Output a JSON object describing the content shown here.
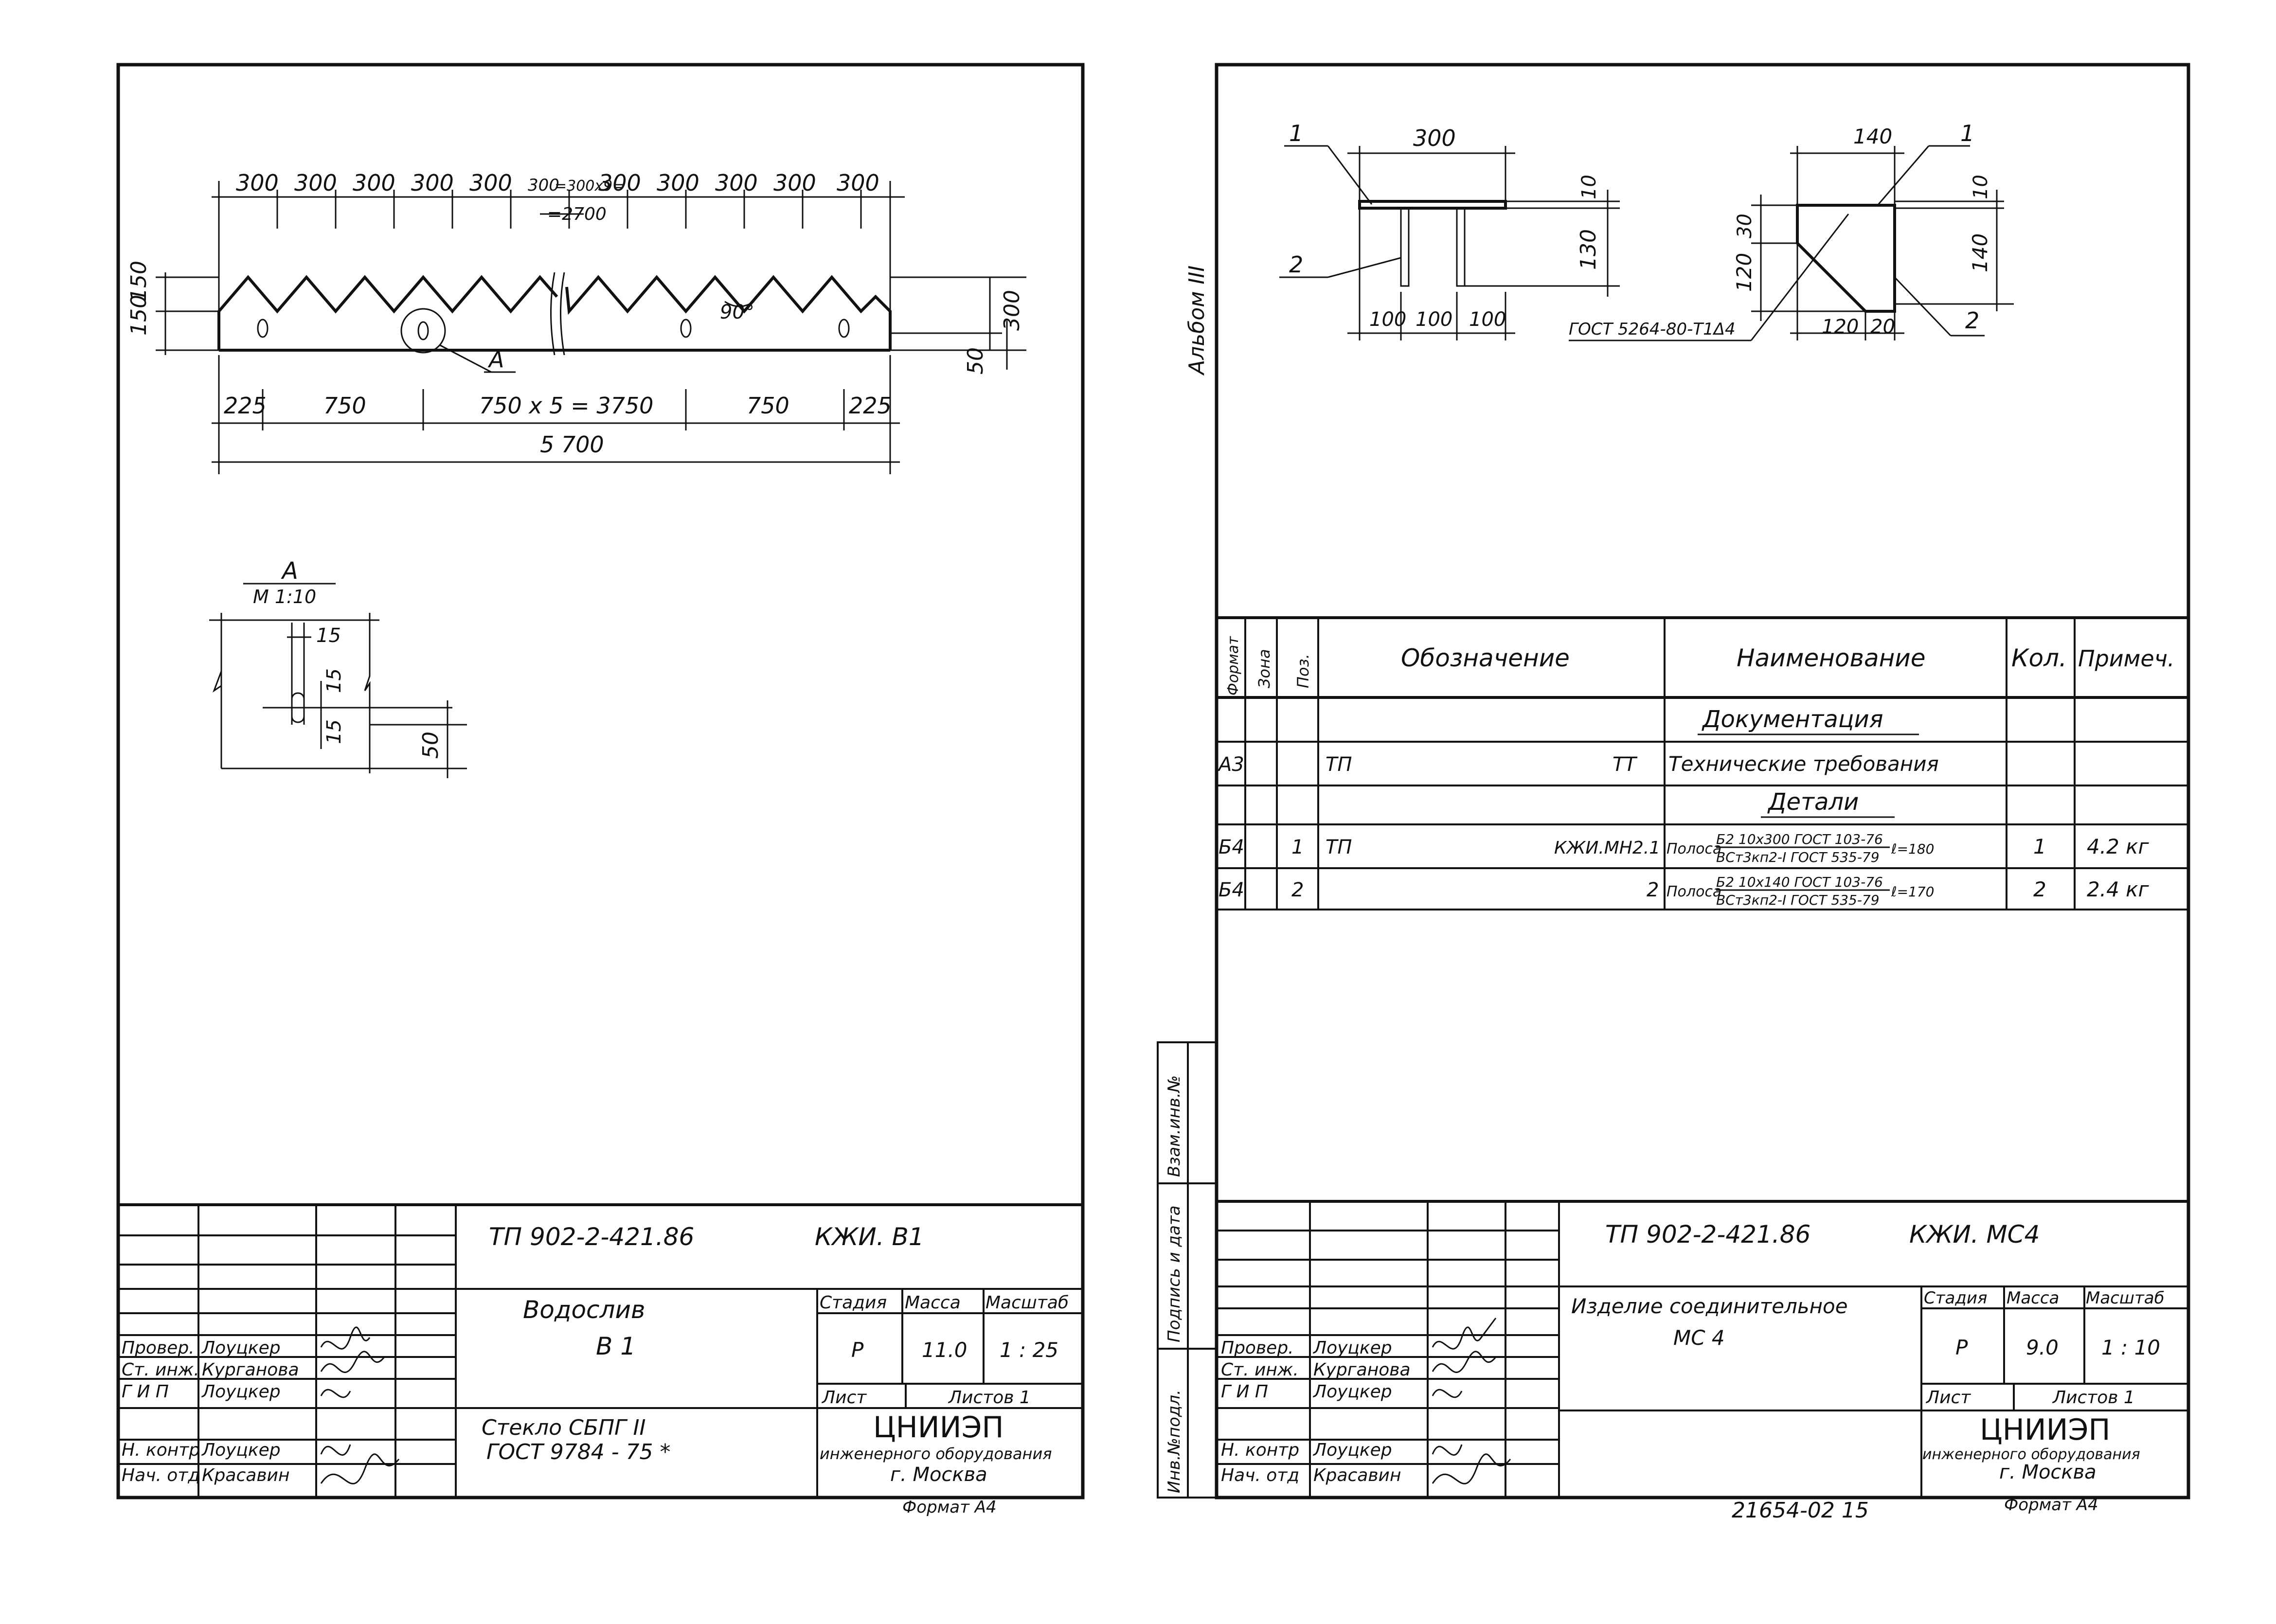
{
  "left_sheet": {
    "drawing": {
      "top_dims": [
        "300",
        "300",
        "300",
        "300",
        "300",
        "300",
        "=300х9=",
        "300",
        "300",
        "300",
        "300",
        "300"
      ],
      "total_2700": "=2700",
      "left_150_a": "150",
      "left_150_b": "150",
      "right_300": "300",
      "right_50": "50",
      "angle": "90°",
      "callout_A": "А",
      "bottom_dims": [
        "225",
        "750",
        "750 х 5 = 3750",
        "750",
        "225"
      ],
      "overall": "5 700"
    },
    "detail": {
      "title": "А",
      "scale": "М 1:10",
      "dim_15_top": "15",
      "dim_15_mid": "15",
      "dim_15_low": "15",
      "dim_50": "50"
    },
    "title_block": {
      "roles": [
        "Провер.",
        "Ст. инж.",
        "Г И П",
        "",
        "Н. контр",
        "Нач. отд"
      ],
      "names": [
        "Лоуцкер",
        "Курганова",
        "Лоуцкер",
        "",
        "Лоуцкер",
        "Красавин"
      ],
      "doc_number": "ТП 902-2-421.86",
      "code": "КЖИ. В1",
      "item_name_1": "Водослив",
      "item_name_2": "В 1",
      "stage_h": "Стадия",
      "mass_h": "Масса",
      "scale_h": "Масштаб",
      "stage": "Р",
      "mass": "11.0",
      "scale": "1 : 25",
      "sheet_h": "Лист",
      "sheets_h": "Листов 1",
      "material_1": "Стекло   СБПГ  II",
      "material_2": "ГОСТ  9784 - 75 *",
      "org_1": "ЦНИИЭП",
      "org_2": "инженерного оборудования",
      "org_3": "г. Москва",
      "format": "Формат А4"
    }
  },
  "right_sheet": {
    "album": "Альбом III",
    "stamps": [
      "Взам.инв.№",
      "Подпись и дата",
      "Инв.№подл."
    ],
    "drawing": {
      "lbl_1a": "1",
      "dim_300": "300",
      "dim_10a": "10",
      "lbl_2a": "2",
      "dim_130": "130",
      "dim_100a": "100",
      "dim_100b": "100",
      "dim_100c": "100",
      "dim_140_top": "140",
      "lbl_1b": "1",
      "dim_10b": "10",
      "dim_30": "30",
      "dim_120_v": "120",
      "dim_140_v": "140",
      "gost": "ГОСТ 5264-80-Т1Δ4",
      "dim_120_h": "120",
      "dim_20": "20",
      "lbl_2b": "2"
    },
    "spec": {
      "headers": [
        "Формат",
        "Зона",
        "Поз.",
        "Обозначение",
        "Наименование",
        "Кол.",
        "Примеч."
      ],
      "section_doc": "Документация",
      "row_tt": {
        "fmt": "А3",
        "designation": "ТП",
        "designation_right": "ТТ",
        "name": "Технические требования"
      },
      "section_parts": "Детали",
      "rows": [
        {
          "fmt": "Б4",
          "pos": "1",
          "designation": "ТП",
          "designation_right": "КЖИ.МН2.1",
          "name_prefix": "Полоса",
          "name_top": "Б2 10х300 ГОСТ 103-76",
          "name_bottom": "ВСт3кп2-I ГОСТ 535-79",
          "length": "ℓ=180",
          "qty": "1",
          "note": "4.2 кг"
        },
        {
          "fmt": "Б4",
          "pos": "2",
          "designation": "",
          "designation_right": "2",
          "name_prefix": "Полоса",
          "name_top": "Б2 10х140 ГОСТ 103-76",
          "name_bottom": "ВСт3кп2-I ГОСТ 535-79",
          "length": "ℓ=170",
          "qty": "2",
          "note": "2.4 кг"
        }
      ]
    },
    "title_block": {
      "roles": [
        "Провер.",
        "Ст. инж.",
        "Г И П",
        "",
        "Н. контр",
        "Нач. отд"
      ],
      "names": [
        "Лоуцкер",
        "Курганова",
        "Лоуцкер",
        "",
        "Лоуцкер",
        "Красавин"
      ],
      "doc_number": "ТП 902-2-421.86",
      "code": "КЖИ. МС4",
      "item_name_1": "Изделие  соединительное",
      "item_name_2": "МС 4",
      "stage_h": "Стадия",
      "mass_h": "Масса",
      "scale_h": "Масштаб",
      "stage": "Р",
      "mass": "9.0",
      "scale": "1 : 10",
      "sheet_h": "Лист",
      "sheets_h": "Листов 1",
      "org_1": "ЦНИИЭП",
      "org_2": "инженерного оборудования",
      "org_3": "г. Москва",
      "format": "Формат А4"
    },
    "footer_number": "21654-02   15"
  }
}
